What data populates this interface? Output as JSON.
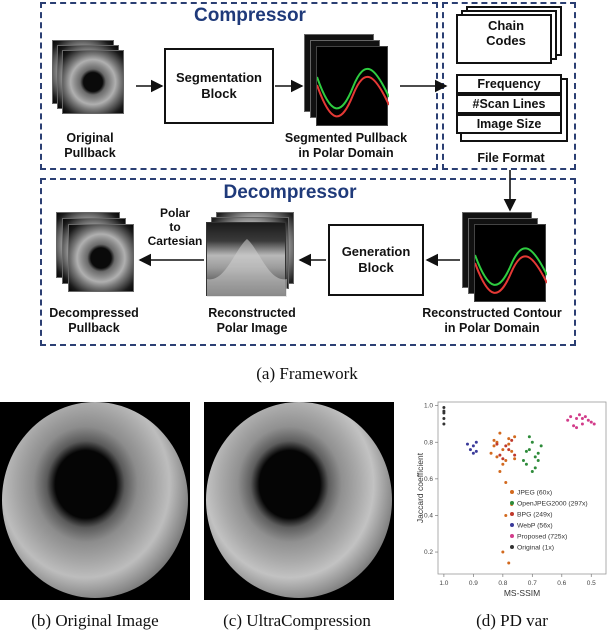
{
  "framework": {
    "compressor_title": "Compressor",
    "decompressor_title": "Decompressor",
    "original_pullback": "Original\nPullback",
    "segmentation_block": "Segmentation\nBlock",
    "segmented_pullback": "Segmented Pullback\nin Polar Domain",
    "chain_codes": "Chain\nCodes",
    "fields": [
      "Frequency",
      "#Scan Lines",
      "Image Size"
    ],
    "file_format": "File Format",
    "polar_to_cartesian": "Polar\nto\nCartesian",
    "generation_block": "Generation\nBlock",
    "decompressed_pullback": "Decompressed\nPullback",
    "reconstructed_polar": "Reconstructed\nPolar Image",
    "reconstructed_contour": "Reconstructed Contour\nin Polar Domain",
    "caption": "(a)  Framework"
  },
  "captions": {
    "b": "(b)  Original Image",
    "c": "(c)  UltraCompression",
    "d": "(d)  PD var"
  },
  "chart_data": {
    "type": "scatter",
    "xlabel": "MS-SSIM",
    "ylabel": "Jaccard coefficient",
    "x_ticks": [
      "1.0",
      "0.9",
      "0.8",
      "0.7",
      "0.6",
      "0.5"
    ],
    "y_ticks": [
      "1.0",
      "0.8",
      "0.6",
      "0.4",
      "0.2"
    ],
    "xlim": [
      1.02,
      0.45
    ],
    "ylim": [
      0.08,
      1.02
    ],
    "x_reversed": true,
    "legend_position": "lower-right",
    "series": [
      {
        "name": "JPEG (60x)",
        "color": "#d2691e",
        "points": [
          [
            0.82,
            0.8
          ],
          [
            0.8,
            0.76
          ],
          [
            0.78,
            0.82
          ],
          [
            0.84,
            0.74
          ],
          [
            0.79,
            0.7
          ],
          [
            0.81,
            0.85
          ],
          [
            0.83,
            0.78
          ],
          [
            0.77,
            0.75
          ],
          [
            0.8,
            0.68
          ],
          [
            0.82,
            0.72
          ],
          [
            0.78,
            0.79
          ],
          [
            0.76,
            0.83
          ],
          [
            0.81,
            0.64
          ],
          [
            0.79,
            0.4
          ],
          [
            0.77,
            0.46
          ],
          [
            0.8,
            0.2
          ],
          [
            0.78,
            0.14
          ],
          [
            0.79,
            0.58
          ],
          [
            0.76,
            0.71
          ],
          [
            0.83,
            0.81
          ]
        ]
      },
      {
        "name": "OpenJPEG2000 (297x)",
        "color": "#2e8b3a",
        "points": [
          [
            0.71,
            0.76
          ],
          [
            0.69,
            0.72
          ],
          [
            0.72,
            0.68
          ],
          [
            0.7,
            0.8
          ],
          [
            0.68,
            0.74
          ],
          [
            0.73,
            0.7
          ],
          [
            0.7,
            0.64
          ],
          [
            0.67,
            0.78
          ],
          [
            0.71,
            0.83
          ],
          [
            0.69,
            0.66
          ],
          [
            0.72,
            0.75
          ],
          [
            0.68,
            0.7
          ]
        ]
      },
      {
        "name": "BPG (249x)",
        "color": "#c0392b",
        "points": [
          [
            0.79,
            0.78
          ],
          [
            0.81,
            0.73
          ],
          [
            0.77,
            0.81
          ],
          [
            0.8,
            0.71
          ],
          [
            0.78,
            0.76
          ],
          [
            0.82,
            0.79
          ],
          [
            0.76,
            0.73
          ]
        ]
      },
      {
        "name": "WebP (56x)",
        "color": "#3a3a9a",
        "points": [
          [
            0.9,
            0.78
          ],
          [
            0.91,
            0.76
          ],
          [
            0.89,
            0.8
          ],
          [
            0.9,
            0.74
          ],
          [
            0.92,
            0.79
          ],
          [
            0.89,
            0.75
          ]
        ]
      },
      {
        "name": "Proposed (725x)",
        "color": "#d23c8a",
        "points": [
          [
            0.55,
            0.93
          ],
          [
            0.53,
            0.9
          ],
          [
            0.57,
            0.94
          ],
          [
            0.51,
            0.92
          ],
          [
            0.56,
            0.89
          ],
          [
            0.54,
            0.95
          ],
          [
            0.5,
            0.91
          ],
          [
            0.58,
            0.92
          ],
          [
            0.52,
            0.94
          ],
          [
            0.55,
            0.88
          ],
          [
            0.53,
            0.93
          ],
          [
            0.49,
            0.9
          ]
        ]
      },
      {
        "name": "Original (1x)",
        "color": "#333333",
        "points": [
          [
            1.0,
            0.99
          ],
          [
            1.0,
            0.96
          ],
          [
            1.0,
            0.93
          ],
          [
            1.0,
            0.9
          ],
          [
            1.0,
            0.97
          ]
        ]
      }
    ]
  }
}
